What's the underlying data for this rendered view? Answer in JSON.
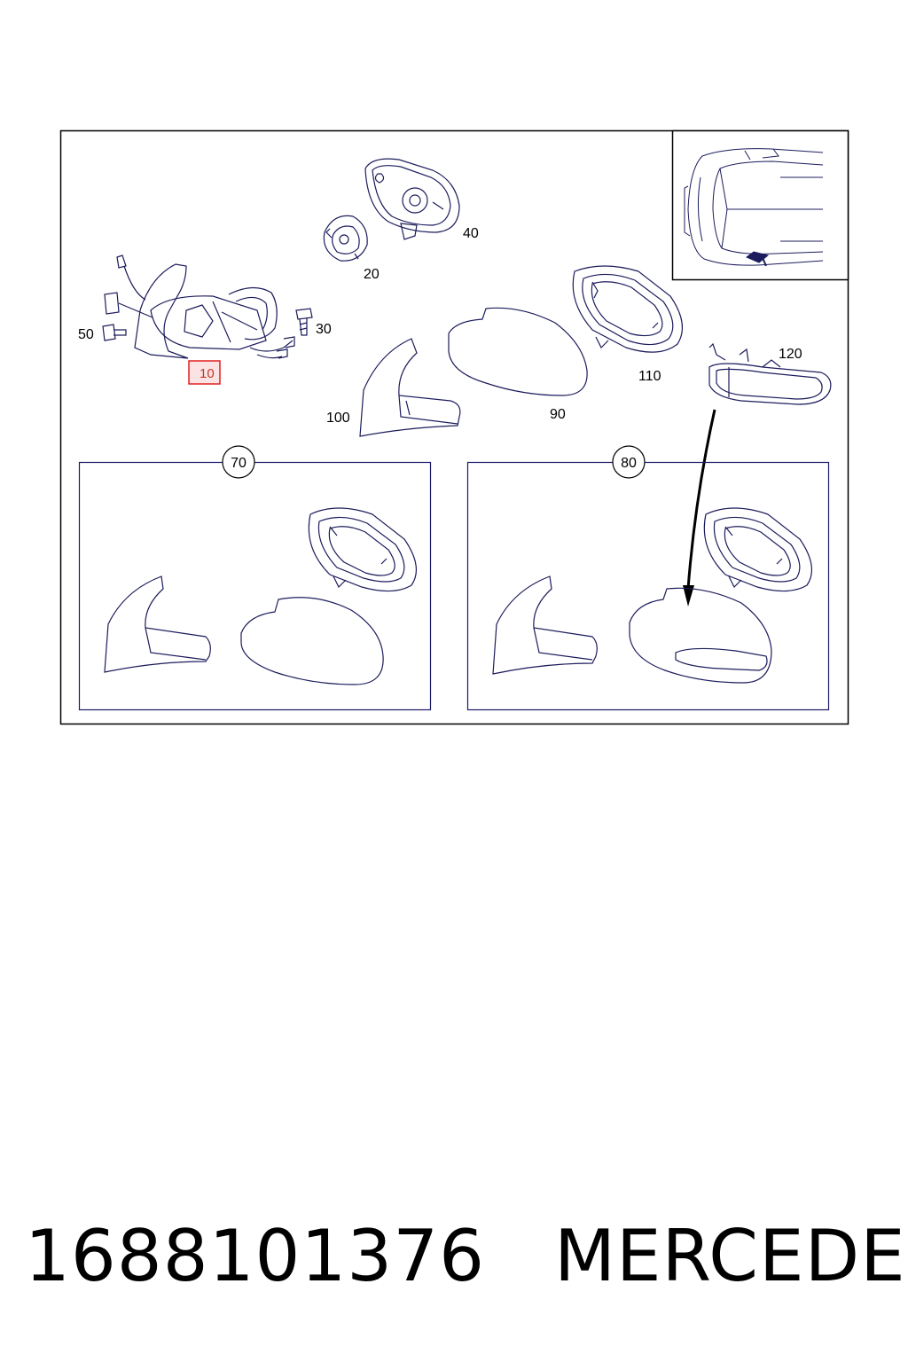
{
  "diagram": {
    "callouts": {
      "c10": "10",
      "c20": "20",
      "c30": "30",
      "c40": "40",
      "c50": "50",
      "c90": "90",
      "c100": "100",
      "c110": "110",
      "c120": "120",
      "c70": "70",
      "c80": "80"
    },
    "selected_callout": "10",
    "colors": {
      "line": "#1c1c5c",
      "frame": "#000000",
      "inset_frame": "#1a1a66",
      "highlight_stroke": "#e02020",
      "highlight_fill": "#fbe3e3"
    }
  },
  "caption": {
    "part_number": "1688101376",
    "brand": "MERCEDES"
  }
}
